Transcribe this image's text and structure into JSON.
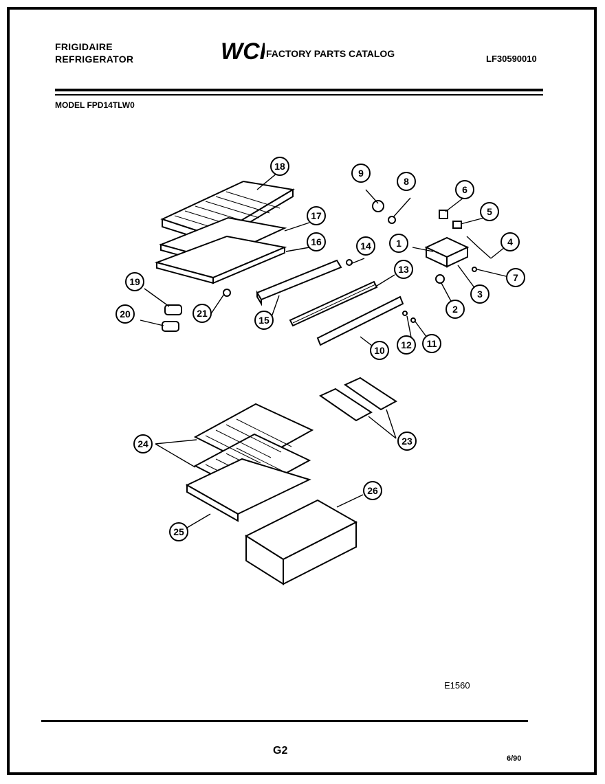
{
  "header": {
    "brand_line1": "FRIGIDAIRE",
    "brand_line2": "REFRIGERATOR",
    "logo_text": "WCI",
    "catalog_title": "FACTORY PARTS CATALOG",
    "doc_number": "LF30590010",
    "model": "MODEL FPD14TLW0"
  },
  "callouts": [
    "1",
    "2",
    "3",
    "4",
    "5",
    "6",
    "7",
    "8",
    "9",
    "10",
    "11",
    "12",
    "13",
    "14",
    "15",
    "16",
    "17",
    "18",
    "19",
    "20",
    "21",
    "23",
    "24",
    "25",
    "26"
  ],
  "footer": {
    "drawing_code": "E1560",
    "page": "G2",
    "date": "6/90"
  }
}
